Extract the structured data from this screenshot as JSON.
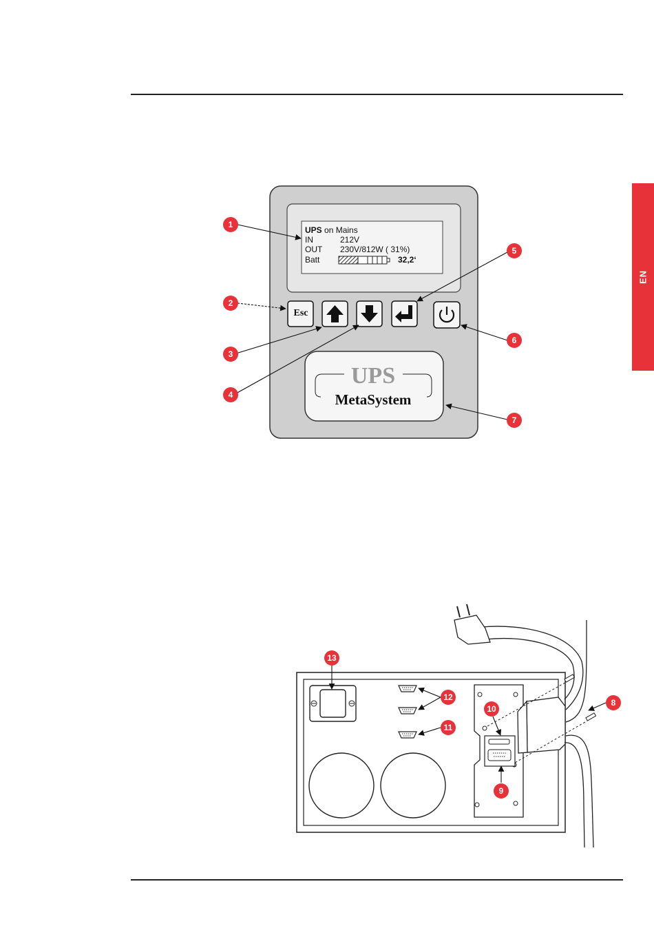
{
  "side_tab": {
    "label": "EN",
    "color": "#e8323a"
  },
  "lcd": {
    "line1_bold": "UPS",
    "line1_rest": "on Mains",
    "in_label": "IN",
    "in_value": "212V",
    "out_label": "OUT",
    "out_value": "230V/812W (  31%)",
    "batt_label": "Batt",
    "batt_value": "32,2‘",
    "battery_level": 0.4
  },
  "buttons": {
    "esc": "Esc"
  },
  "logo": {
    "top": "UPS",
    "bottom": "MetaSystem"
  },
  "callouts": [
    "1",
    "2",
    "3",
    "4",
    "5",
    "6",
    "7",
    "8",
    "9",
    "10",
    "11",
    "12",
    "13"
  ],
  "colors": {
    "callout": "#e8323a",
    "panel": "#cfcfcf",
    "lcd": "#ececec"
  }
}
